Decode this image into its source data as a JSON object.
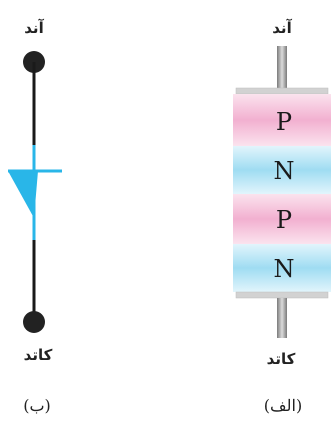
{
  "symbol": {
    "anode_label": "آند",
    "cathode_label": "کاتد",
    "caption": "(ب)",
    "line_color": "#1a1a1a",
    "junction_color": "#29b6e8"
  },
  "device": {
    "anode_label": "آند",
    "cathode_label": "کاتد",
    "caption": "(الف)",
    "layers": [
      {
        "label": "P",
        "color": "pink"
      },
      {
        "label": "N",
        "color": "blue"
      },
      {
        "label": "P",
        "color": "pink"
      },
      {
        "label": "N",
        "color": "blue"
      }
    ],
    "colors": {
      "pink_center": "#f2b0d0",
      "pink_edge": "#fbe3ee",
      "blue_center": "#9fdcf2",
      "blue_edge": "#e2f5fc",
      "lead": "#9c9c9c"
    }
  }
}
